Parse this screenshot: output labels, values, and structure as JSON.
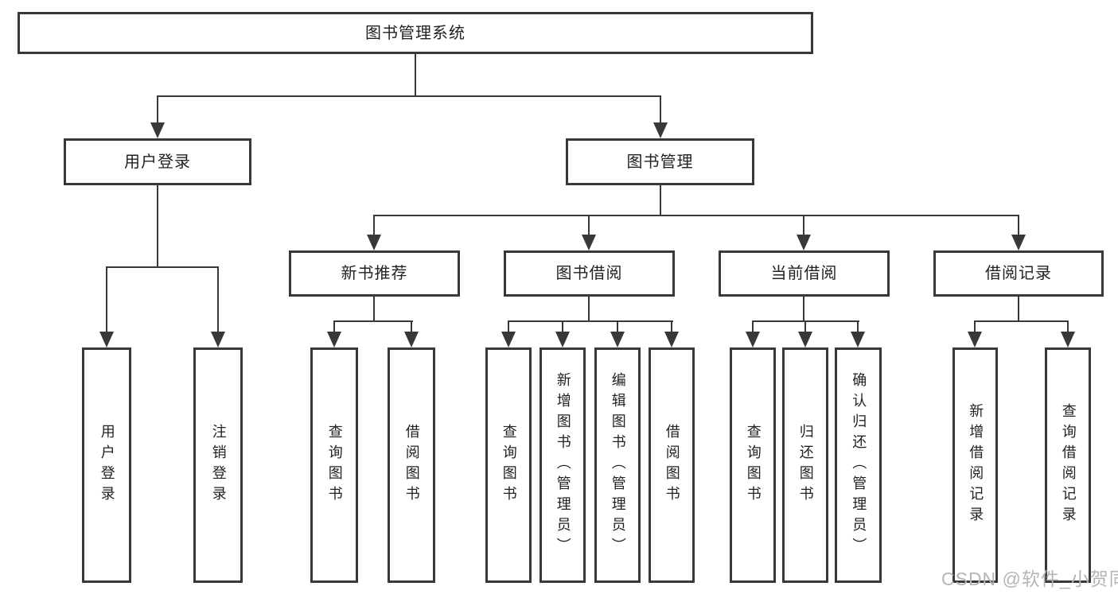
{
  "diagram": {
    "title": "图书管理系统",
    "user_branch": {
      "label": "用户登录",
      "children": [
        "用户登录",
        "注销登录"
      ]
    },
    "book_branch": {
      "label": "图书管理",
      "sections": [
        {
          "label": "新书推荐",
          "children": [
            "查询图书",
            "借阅图书"
          ]
        },
        {
          "label": "图书借阅",
          "children": [
            "查询图书",
            "新增图书（管理员）",
            "编辑图书（管理员）",
            "借阅图书"
          ]
        },
        {
          "label": "当前借阅",
          "children": [
            "查询图书",
            "归还图书",
            "确认归还（管理员）"
          ]
        },
        {
          "label": "借阅记录",
          "children": [
            "新增借阅记录",
            "查询借阅记录"
          ]
        }
      ]
    }
  },
  "watermark": "CSDN @软件_小贺同学",
  "colors": {
    "line": "#383838",
    "box_border": "#383838",
    "text": "#222222",
    "watermark": "#b4b4b8",
    "background": "#ffffff"
  }
}
